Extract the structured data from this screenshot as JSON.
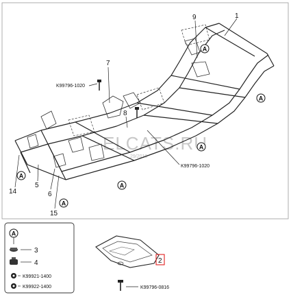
{
  "callouts": {
    "n1": "1",
    "n2": "2",
    "n3": "3",
    "n4": "4",
    "n5": "5",
    "n6": "6",
    "n7": "7",
    "n8": "8",
    "n9": "9",
    "n14": "14",
    "n15": "15"
  },
  "refs": {
    "k1020_top": "K99796-1020",
    "k1020_bottom": "K99796-1020",
    "k0816": "K99796-0816"
  },
  "legend": {
    "symbol": "A",
    "item3": "3",
    "item4": "4",
    "k1400a": "K99921-1400",
    "k1400b": "K99922-1400"
  },
  "marker": "A",
  "watermark": {
    "site": "ELCATS.RU",
    "date": "29/2010"
  }
}
